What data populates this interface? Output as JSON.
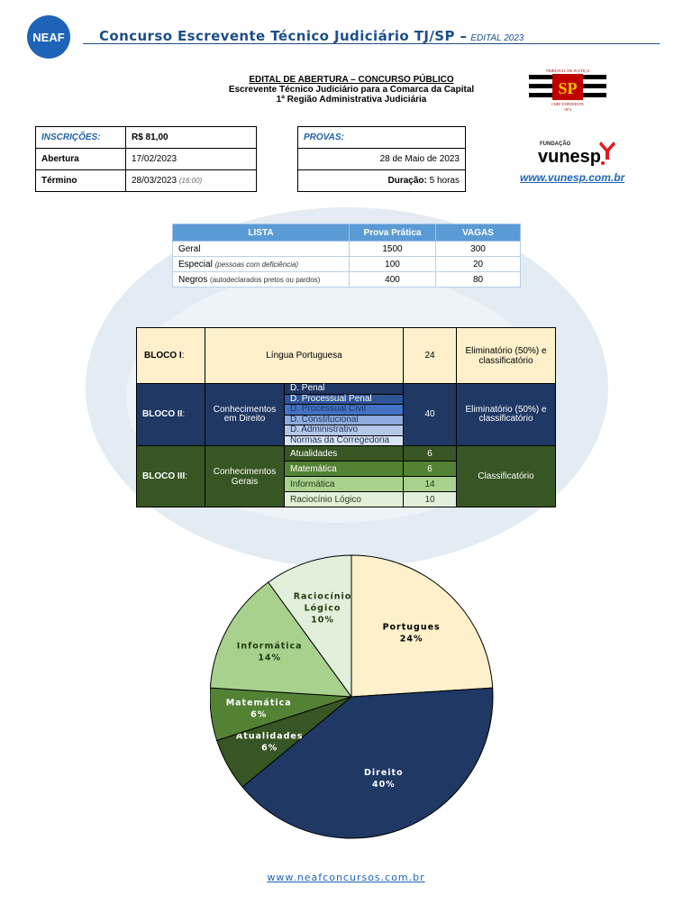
{
  "header": {
    "logo_text": "NEAF",
    "title": "Concurso Escrevente Técnico Judiciário TJ/SP –",
    "subtitle": "EDITAL 2023"
  },
  "edital": {
    "line1": "EDITAL DE ABERTURA – CONCURSO PÚBLICO",
    "line2": "Escrevente Técnico Judiciário para a Comarca da Capital",
    "line3": "1ª Região Administrativa Judiciária"
  },
  "tjsp_logo": {
    "top_text": "TRIBUNAL DE JUSTIÇA",
    "letters": "SP",
    "bottom_text": "CHEF EXPEDIENTE",
    "year": "1874"
  },
  "inscricoes": {
    "label": "INSCRIÇÕES:",
    "value": "R$ 81,00",
    "abertura_label": "Abertura",
    "abertura_value": "17/02/2023",
    "termino_label": "Término",
    "termino_value": "28/03/2023",
    "termino_time": "(16:00)"
  },
  "provas": {
    "label": "PROVAS:",
    "date": "28 de Maio de 2023",
    "duracao_label": "Duração:",
    "duracao_value": "5 horas"
  },
  "vunesp": {
    "fundacao": "FUNDAÇÃO",
    "name": "vunesp",
    "url": "www.vunesp.com.br"
  },
  "lista": {
    "headers": [
      "LISTA",
      "Prova Prática",
      "VAGAS"
    ],
    "rows": [
      {
        "name": "Geral",
        "note": "",
        "prova": "1500",
        "vagas": "300"
      },
      {
        "name": "Especial",
        "note": "(pessoas com deficiência)",
        "prova": "100",
        "vagas": "20"
      },
      {
        "name": "Negros",
        "note": "(autodeclarados pretos ou pardos)",
        "prova": "400",
        "vagas": "80"
      }
    ]
  },
  "blocos": {
    "b1": {
      "title": "BLOCO I",
      "colon": ":",
      "subject": "Língua Portuguesa",
      "qty": "24",
      "criterio": "Eliminatório (50%) e classificatório"
    },
    "b2": {
      "title": "BLOCO II",
      "colon": ":",
      "subject": "Conhecimentos em Direito",
      "qty": "40",
      "criterio": "Eliminatório (50%) e classificatório",
      "items": [
        "D. Penal",
        "D. Processual Penal",
        "D. Processual Civil",
        "D. Constitucional",
        "D. Administrativo",
        "Normas da Corregedoria"
      ]
    },
    "b3": {
      "title": "BLOCO III",
      "colon": ":",
      "subject": "Conhecimentos Gerais",
      "criterio": "Classificatório",
      "items": [
        {
          "name": "Atualidades",
          "qty": "6"
        },
        {
          "name": "Matemática",
          "qty": "6"
        },
        {
          "name": "Informática",
          "qty": "14"
        },
        {
          "name": "Raciocínio Lógico",
          "qty": "10"
        }
      ]
    }
  },
  "chart_data": {
    "type": "pie",
    "slices": [
      {
        "label": "Portugues",
        "value": 24,
        "label_text": "24%",
        "color": "#fdf0cb",
        "text_color": "#000000"
      },
      {
        "label": "Direito",
        "value": 40,
        "label_text": "40%",
        "color": "#1f3864",
        "text_color": "#ffffff"
      },
      {
        "label": "Atualidades",
        "value": 6,
        "label_text": "6%",
        "color": "#375623",
        "text_color": "#ffffff"
      },
      {
        "label": "Matemática",
        "value": 6,
        "label_text": "6%",
        "color": "#548235",
        "text_color": "#ffffff"
      },
      {
        "label": "Informática",
        "value": 14,
        "label_text": "14%",
        "color": "#a9d18e",
        "text_color": "#1f3b12"
      },
      {
        "label": "Raciocínio Lógico",
        "value": 10,
        "label_text": "10%",
        "color": "#e2efda",
        "text_color": "#1f3b12"
      }
    ]
  },
  "footer": {
    "url": "www.neafconcursos.com.br"
  }
}
